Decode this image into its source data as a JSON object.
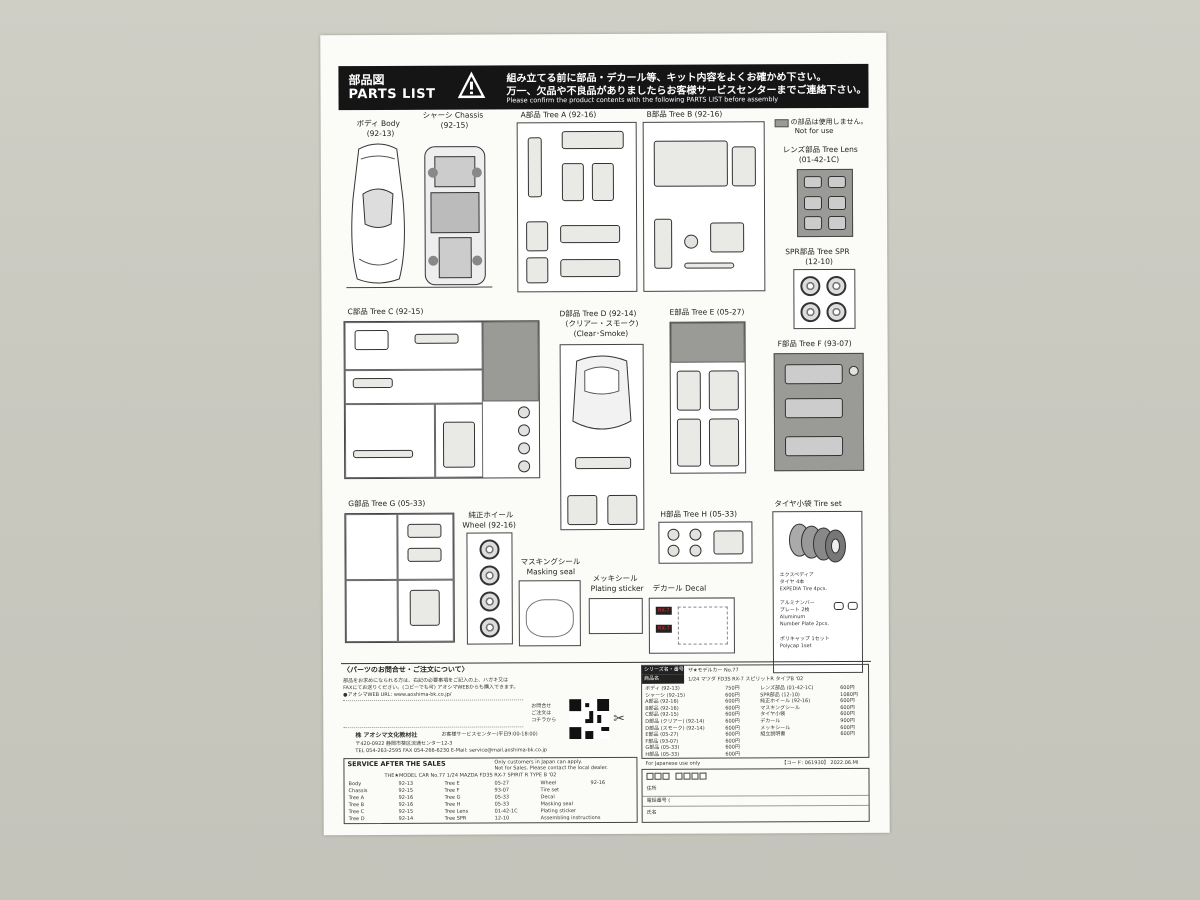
{
  "header": {
    "title_jp": "部品図",
    "title_en": "PARTS LIST",
    "warn_jp_1": "組み立てる前に部品・デカール等、キット内容をよくお確かめ下さい。",
    "warn_jp_2": "万一、欠品や不良品がありましたらお客様サービスセンターまでご連絡下さい。",
    "warn_en": "Please confirm the product contents with the following PARTS LIST before assembly"
  },
  "legend": {
    "jp": "の部品は使用しません。",
    "en": "Not for use"
  },
  "sections": {
    "body": {
      "title": "ボディ Body",
      "code": "(92-13)"
    },
    "chassis": {
      "title": "シャーシ Chassis",
      "code": "(92-15)"
    },
    "tree_a": {
      "title": "A部品 Tree A (92-16)"
    },
    "tree_b": {
      "title": "B部品 Tree B (92-16)"
    },
    "lens": {
      "title": "レンズ部品 Tree Lens",
      "code": "(01-42-1C)"
    },
    "spr": {
      "title": "SPR部品 Tree SPR",
      "code": "(12-10)"
    },
    "tree_c": {
      "title": "C部品 Tree C (92-15)"
    },
    "tree_d": {
      "title": "D部品 Tree D (92-14)",
      "sub1": "(クリアー・スモーク)",
      "sub2": "(Clear･Smoke)"
    },
    "tree_e": {
      "title": "E部品 Tree E (05-27)"
    },
    "tree_f": {
      "title": "F部品 Tree F (93-07)"
    },
    "tree_g": {
      "title": "G部品 Tree G (05-33)"
    },
    "wheel": {
      "title": "純正ホイール",
      "en": "Wheel (92-16)"
    },
    "tree_h": {
      "title": "H部品 Tree H (05-33)"
    },
    "tire": {
      "title": "タイヤ小袋 Tire set",
      "note1": "エクスペディア",
      "note2": "タイヤ 4本",
      "note3": "EXPEDIA Tire 4pcs."
    },
    "masking": {
      "title": "マスキングシール",
      "en": "Masking seal"
    },
    "plating": {
      "title": "メッキシール",
      "en": "Plating sticker"
    },
    "decal": {
      "title": "デカール Decal",
      "plate1": "RX-7",
      "plate2": "RX-7"
    },
    "alu": {
      "l1": "アルミナンバー",
      "l2": "プレート 2枚",
      "l3": "Aluminum",
      "l4": "Number Plate 2pcs."
    },
    "poly": {
      "l1": "ポリキャップ 1セット",
      "l2": "Polycap 1set"
    }
  },
  "order": {
    "title": "〈パーツのお問合せ・ご注文について〉",
    "text1": "部品をお求めになられる方は、右記の必要事項をご記入の上、ハガキ又は",
    "text2": "FAXにてお送りください。(コピーでも可) アオシマWEBからも購入できます。",
    "web": "●アオシマWEB URL: www.aoshima-bk.co.jp/",
    "qr_label1": "お問合せ",
    "qr_label2": "ご注文は",
    "qr_label3": "コチラから",
    "company": "株 アオシマ文化教材社",
    "center": "お客様サービスセンター(平日9:00-18:00)",
    "address": "〒420-0922 静岡市葵区流通センター12-3",
    "tel": "TEL 054-263-2595 FAX 054-266-6230 E-Mail: service@mail.aoshima-bk.co.jp"
  },
  "service": {
    "title": "SERVICE AFTER THE SALES",
    "note1": "Only customers in Japan can apply.",
    "note2": "Not for Sales. Please contact the local dealer.",
    "model": "THE★MODEL CAR No.77 1/24 MAZDA FD3S RX-7 SPIRIT R TYPE B '02",
    "items": [
      "Body",
      "Chassis",
      "Tree A",
      "Tree B",
      "Tree C",
      "Tree D",
      "Tree E",
      "Tree F",
      "Tree G",
      "Tree H",
      "Tree Lens",
      "Tree SPR",
      "Wheel",
      "Tire set",
      "Decal",
      "Masking seal",
      "Plating sticker",
      "Assembling instructions"
    ],
    "codes": [
      "92-13",
      "92-15",
      "92-16",
      "92-16",
      "92-15",
      "92-14",
      "05-27",
      "93-07",
      "05-33",
      "05-33",
      "01-42-1C",
      "12-10",
      "92-16",
      "",
      "",
      "",
      "",
      ""
    ]
  },
  "order_table": {
    "series_label": "シリーズ名・番号",
    "series_value": "ザ★モデルカー No.77",
    "product_label": "商品名",
    "product_value": "1/24 マツダ FD3S RX-7 スピリットR タイプB '02",
    "rows": [
      {
        "name": "ボディ (92-13)",
        "price": "750円"
      },
      {
        "name": "シャーシ (92-15)",
        "price": "600円"
      },
      {
        "name": "A部品 (92-16)",
        "price": "600円"
      },
      {
        "name": "B部品 (92-16)",
        "price": "600円"
      },
      {
        "name": "C部品 (92-15)",
        "price": "600円"
      },
      {
        "name": "D部品 (クリアー) (92-14)",
        "price": "600円"
      },
      {
        "name": "D部品 (スモーク) (92-14)",
        "price": "600円"
      },
      {
        "name": "E部品 (05-27)",
        "price": "600円"
      },
      {
        "name": "F部品 (93-07)",
        "price": "600円"
      },
      {
        "name": "G部品 (05-33)",
        "price": "600円"
      },
      {
        "name": "H部品 (05-33)",
        "price": "600円"
      }
    ],
    "rows2": [
      {
        "name": "レンズ部品 (01-42-1C)",
        "price": "600円"
      },
      {
        "name": "SPR部品 (12-10)",
        "price": "1080円"
      },
      {
        "name": "純正ホイール (92-16)",
        "price": "600円"
      },
      {
        "name": "マスキングシール",
        "price": "600円"
      },
      {
        "name": "タイヤ小袋",
        "price": "600円"
      },
      {
        "name": "デカール",
        "price": "900円"
      },
      {
        "name": "メッキシール",
        "price": "600円"
      },
      {
        "name": "組立説明書",
        "price": "600円"
      }
    ],
    "code_label": "【コード: 061930】 2022.06.MI",
    "japan_only": "For Japanese use only",
    "address_label": "住所",
    "phone_label": "電話番号 (",
    "name_label": "氏名"
  }
}
